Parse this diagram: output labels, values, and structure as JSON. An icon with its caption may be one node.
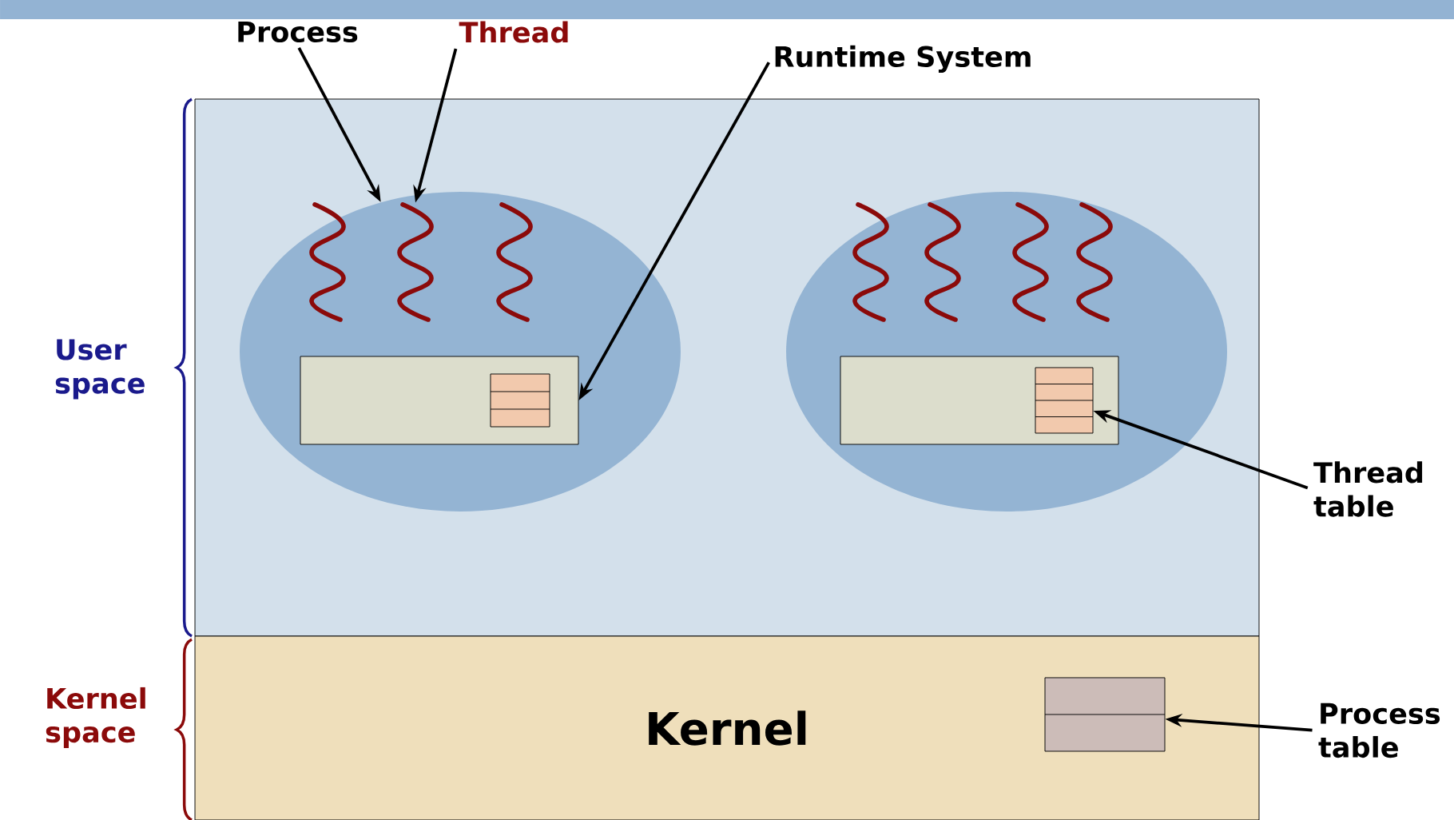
{
  "diagram": {
    "nodes": [
      {
        "text": [
          "Process"
        ]
      },
      {
        "text": [
          "Thread"
        ]
      },
      {
        "text": [
          "Runtime System"
        ]
      },
      {
        "text": [
          "Thread table"
        ]
      },
      {
        "text": [
          "Process table"
        ]
      },
      {
        "text": [],
        "shape": "box"
      },
      {
        "text": [],
        "shape": "ellipse",
        "in": 5
      },
      {
        "text": [],
        "shape": "wave",
        "in": 6
      },
      {
        "text": [],
        "shape": "wave",
        "in": 6
      },
      {
        "text": [],
        "shape": "wave",
        "in": 6
      },
      {
        "text": [],
        "shape": "box",
        "in": 6
      },
      {
        "text": [],
        "shape": "table",
        "in": 10
      },
      {
        "text": [],
        "shape": "ellipse",
        "in": 5
      },
      {
        "text": [],
        "shape": "wave",
        "in": 12
      },
      {
        "text": [],
        "shape": "wave",
        "in": 12
      },
      {
        "text": [],
        "shape": "wave",
        "in": 12
      },
      {
        "text": [],
        "shape": "wave",
        "in": 12
      },
      {
        "text": [],
        "shape": "box",
        "in": 12
      },
      {
        "text": [],
        "shape": "table",
        "in": 17
      },
      {
        "text": [
          "Kernel"
        ]
      },
      {
        "text": [],
        "shape": "table",
        "in": 19
      }
    ],
    "edges": [
      {
        "from": 0,
        "to": 6,
        "arrow": "to"
      },
      {
        "from": 1,
        "to": 8,
        "arrow": "to"
      },
      {
        "from": 2,
        "to": 10,
        "arrow": "to"
      },
      {
        "from": 3,
        "to": 18,
        "arrow": "to"
      },
      {
        "from": 4,
        "to": 20,
        "arrow": "to"
      }
    ],
    "labels": [
      "User space",
      "Kernel space"
    ]
  }
}
